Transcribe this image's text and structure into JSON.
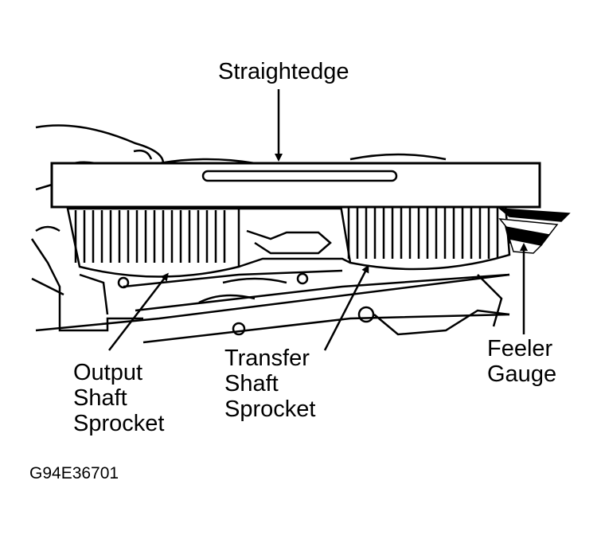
{
  "labels": {
    "straightedge": "Straightedge",
    "output_sprocket": [
      "Output",
      "Shaft",
      "Sprocket"
    ],
    "transfer_sprocket": [
      "Transfer",
      "Shaft",
      "Sprocket"
    ],
    "feeler_gauge": [
      "Feeler",
      "Gauge"
    ]
  },
  "figure_code": "G94E36701",
  "colors": {
    "ink": "#000000",
    "paper": "#ffffff"
  }
}
